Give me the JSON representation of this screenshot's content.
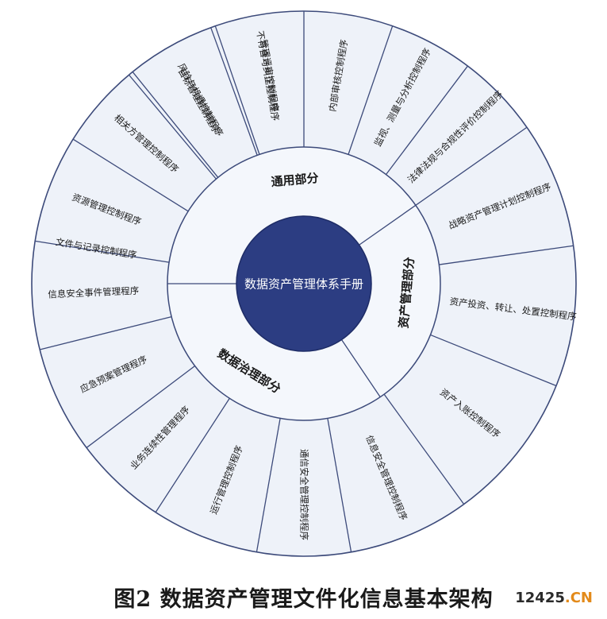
{
  "center": {
    "label": "数据资产管理体系手册"
  },
  "sections": [
    {
      "id": "general",
      "label": "通用部分"
    },
    {
      "id": "asset",
      "label": "资产管理部分"
    },
    {
      "id": "governance",
      "label": "数据治理部分"
    }
  ],
  "procedures": [
    {
      "label": "目标管理控制程序",
      "section": "general"
    },
    {
      "label": "管理评审控制程序",
      "section": "general"
    },
    {
      "label": "内部审核控制程序",
      "section": "general"
    },
    {
      "label": "监视、测量与分析控制程序",
      "section": "general"
    },
    {
      "label": "法律法规与合规性评价控制程序",
      "section": "general"
    },
    {
      "label": "战略资产管理计划控制程序",
      "section": "asset"
    },
    {
      "label": "资产投资、转让、处置控制程序",
      "section": "asset"
    },
    {
      "label": "资产入账控制程序",
      "section": "asset"
    },
    {
      "label": "信息安全管理控制程序",
      "section": "governance"
    },
    {
      "label": "通信安全管理控制程序",
      "section": "governance"
    },
    {
      "label": "运行管理控制程序",
      "section": "governance"
    },
    {
      "label": "业务连续性管理程序",
      "section": "governance"
    },
    {
      "label": "应急预案管理程序",
      "section": "governance"
    },
    {
      "label": "信息安全事件管理程序",
      "section": "governance"
    },
    {
      "label": "文件与记录控制程序",
      "section": "general"
    },
    {
      "label": "资源管理控制程序",
      "section": "general"
    },
    {
      "label": "相关方管理控制程序",
      "section": "general"
    },
    {
      "label": "风险与机遇控制程序",
      "section": "general"
    },
    {
      "label": "不符合与纠正控制程序",
      "section": "general"
    }
  ],
  "caption": "图2   数据资产管理文件化信息基本架构",
  "watermark": {
    "number": "12425",
    "suffix": ".CN"
  },
  "colors": {
    "center_fill": "#2c3d82",
    "ring_fill": "#eef2f9",
    "line": "#3c4a7a",
    "text": "#1a1a1a",
    "center_text": "#ffffff"
  }
}
